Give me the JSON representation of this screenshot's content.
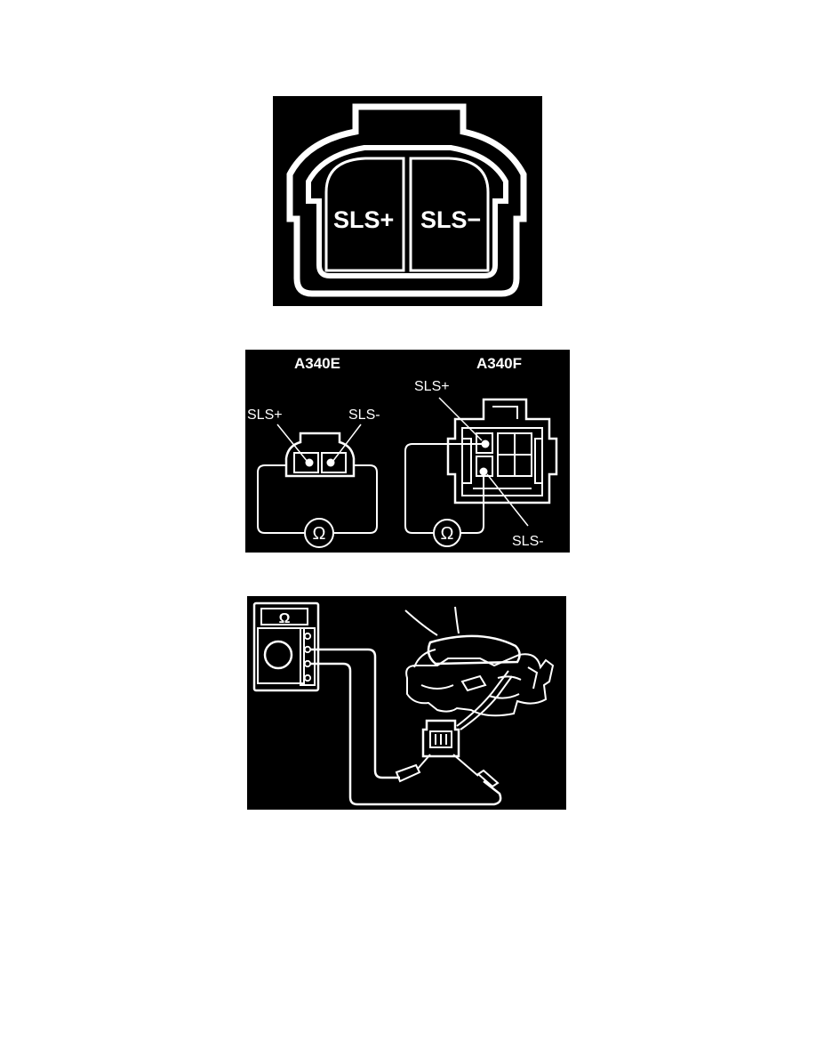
{
  "figure1": {
    "left_terminal": "SLS+",
    "right_terminal": "SLS−"
  },
  "figure2": {
    "model_a": "A340E",
    "model_b": "A340F",
    "a_plus": "SLS+",
    "a_minus": "SLS-",
    "b_plus": "SLS+",
    "b_minus": "SLS-",
    "meter_symbol": "Ω"
  },
  "figure3": {
    "meter_display": "Ω"
  }
}
